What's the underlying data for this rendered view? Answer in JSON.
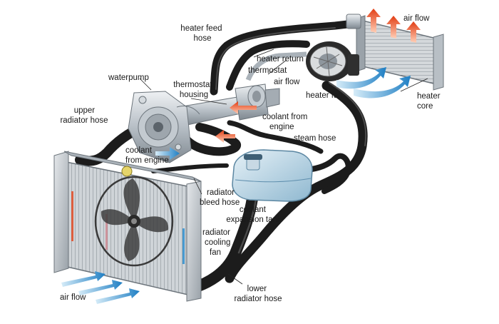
{
  "labels": {
    "heater_feed_hose": [
      "heater feed",
      "hose"
    ],
    "air_flow_top": "air flow",
    "heater_return": "heater return",
    "thermostat": "thermostat",
    "air_flow_mid": "air flow",
    "heater_fan": "heater fan",
    "heater_core": [
      "heater",
      "core"
    ],
    "waterpump": "waterpump",
    "thermostat_housing": [
      "thermostat",
      "housing"
    ],
    "upper_radiator_hose": [
      "upper",
      "radiator hose"
    ],
    "coolant_from_engine_right": [
      "coolant from",
      "engine"
    ],
    "steam_hose": "steam hose",
    "coolant_from_engine_left": [
      "coolant",
      "from engine"
    ],
    "radiator_bleed_hose": [
      "radiator",
      "bleed hose"
    ],
    "coolant_expansion_tank": [
      "coolant",
      "expansion tank"
    ],
    "radiator_cooling_fan": [
      "radiator",
      "cooling",
      "fan"
    ],
    "air_flow_bottom": "air flow",
    "lower_radiator_hose": [
      "lower",
      "radiator hose"
    ]
  },
  "colors": {
    "hot_arrow": "#e8541e",
    "cool_arrow": "#2f8fd0",
    "hose": "#1c1c1c",
    "metal": "#b9c0c6",
    "tank": "#9fc6dc"
  }
}
